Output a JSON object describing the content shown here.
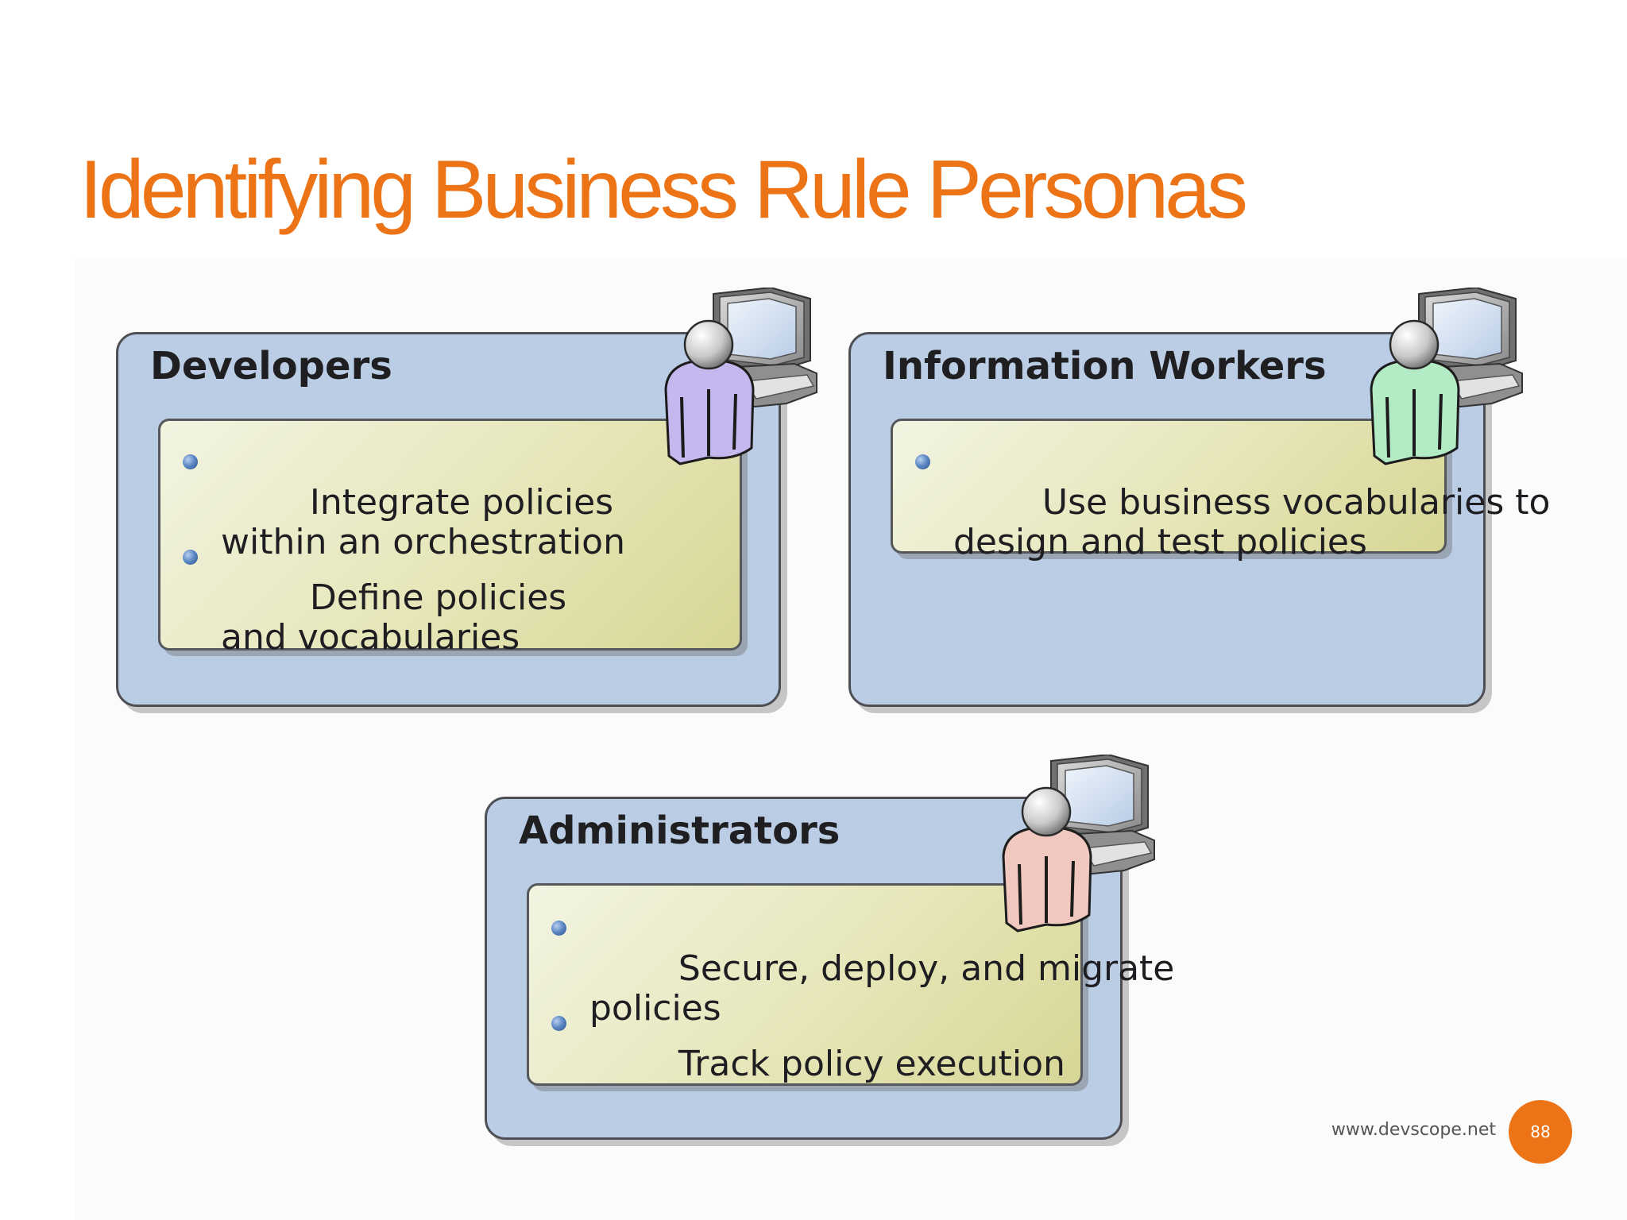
{
  "slide": {
    "title": "Identifying Business Rule Personas"
  },
  "personas": [
    {
      "name": "Developers",
      "shirt_color": "#c4b8ee",
      "bullets": [
        "Integrate policies\nwithin an orchestration",
        "Define policies\nand vocabularies"
      ]
    },
    {
      "name": "Information Workers",
      "shirt_color": "#b3ebc4",
      "bullets": [
        "Use business vocabularies to\ndesign and test policies"
      ]
    },
    {
      "name": "Administrators",
      "shirt_color": "#f0c8c0",
      "bullets": [
        "Secure, deploy, and migrate\npolicies",
        "Track policy execution"
      ]
    }
  ],
  "footer": {
    "url": "www.devscope.net",
    "page_number": "88"
  },
  "colors": {
    "accent": "#ec7417",
    "box_fill": "#bacde5",
    "panel_fill": "#e6e6b8"
  },
  "icons": [
    "persona-at-computer-icon",
    "bullet-icon"
  ]
}
